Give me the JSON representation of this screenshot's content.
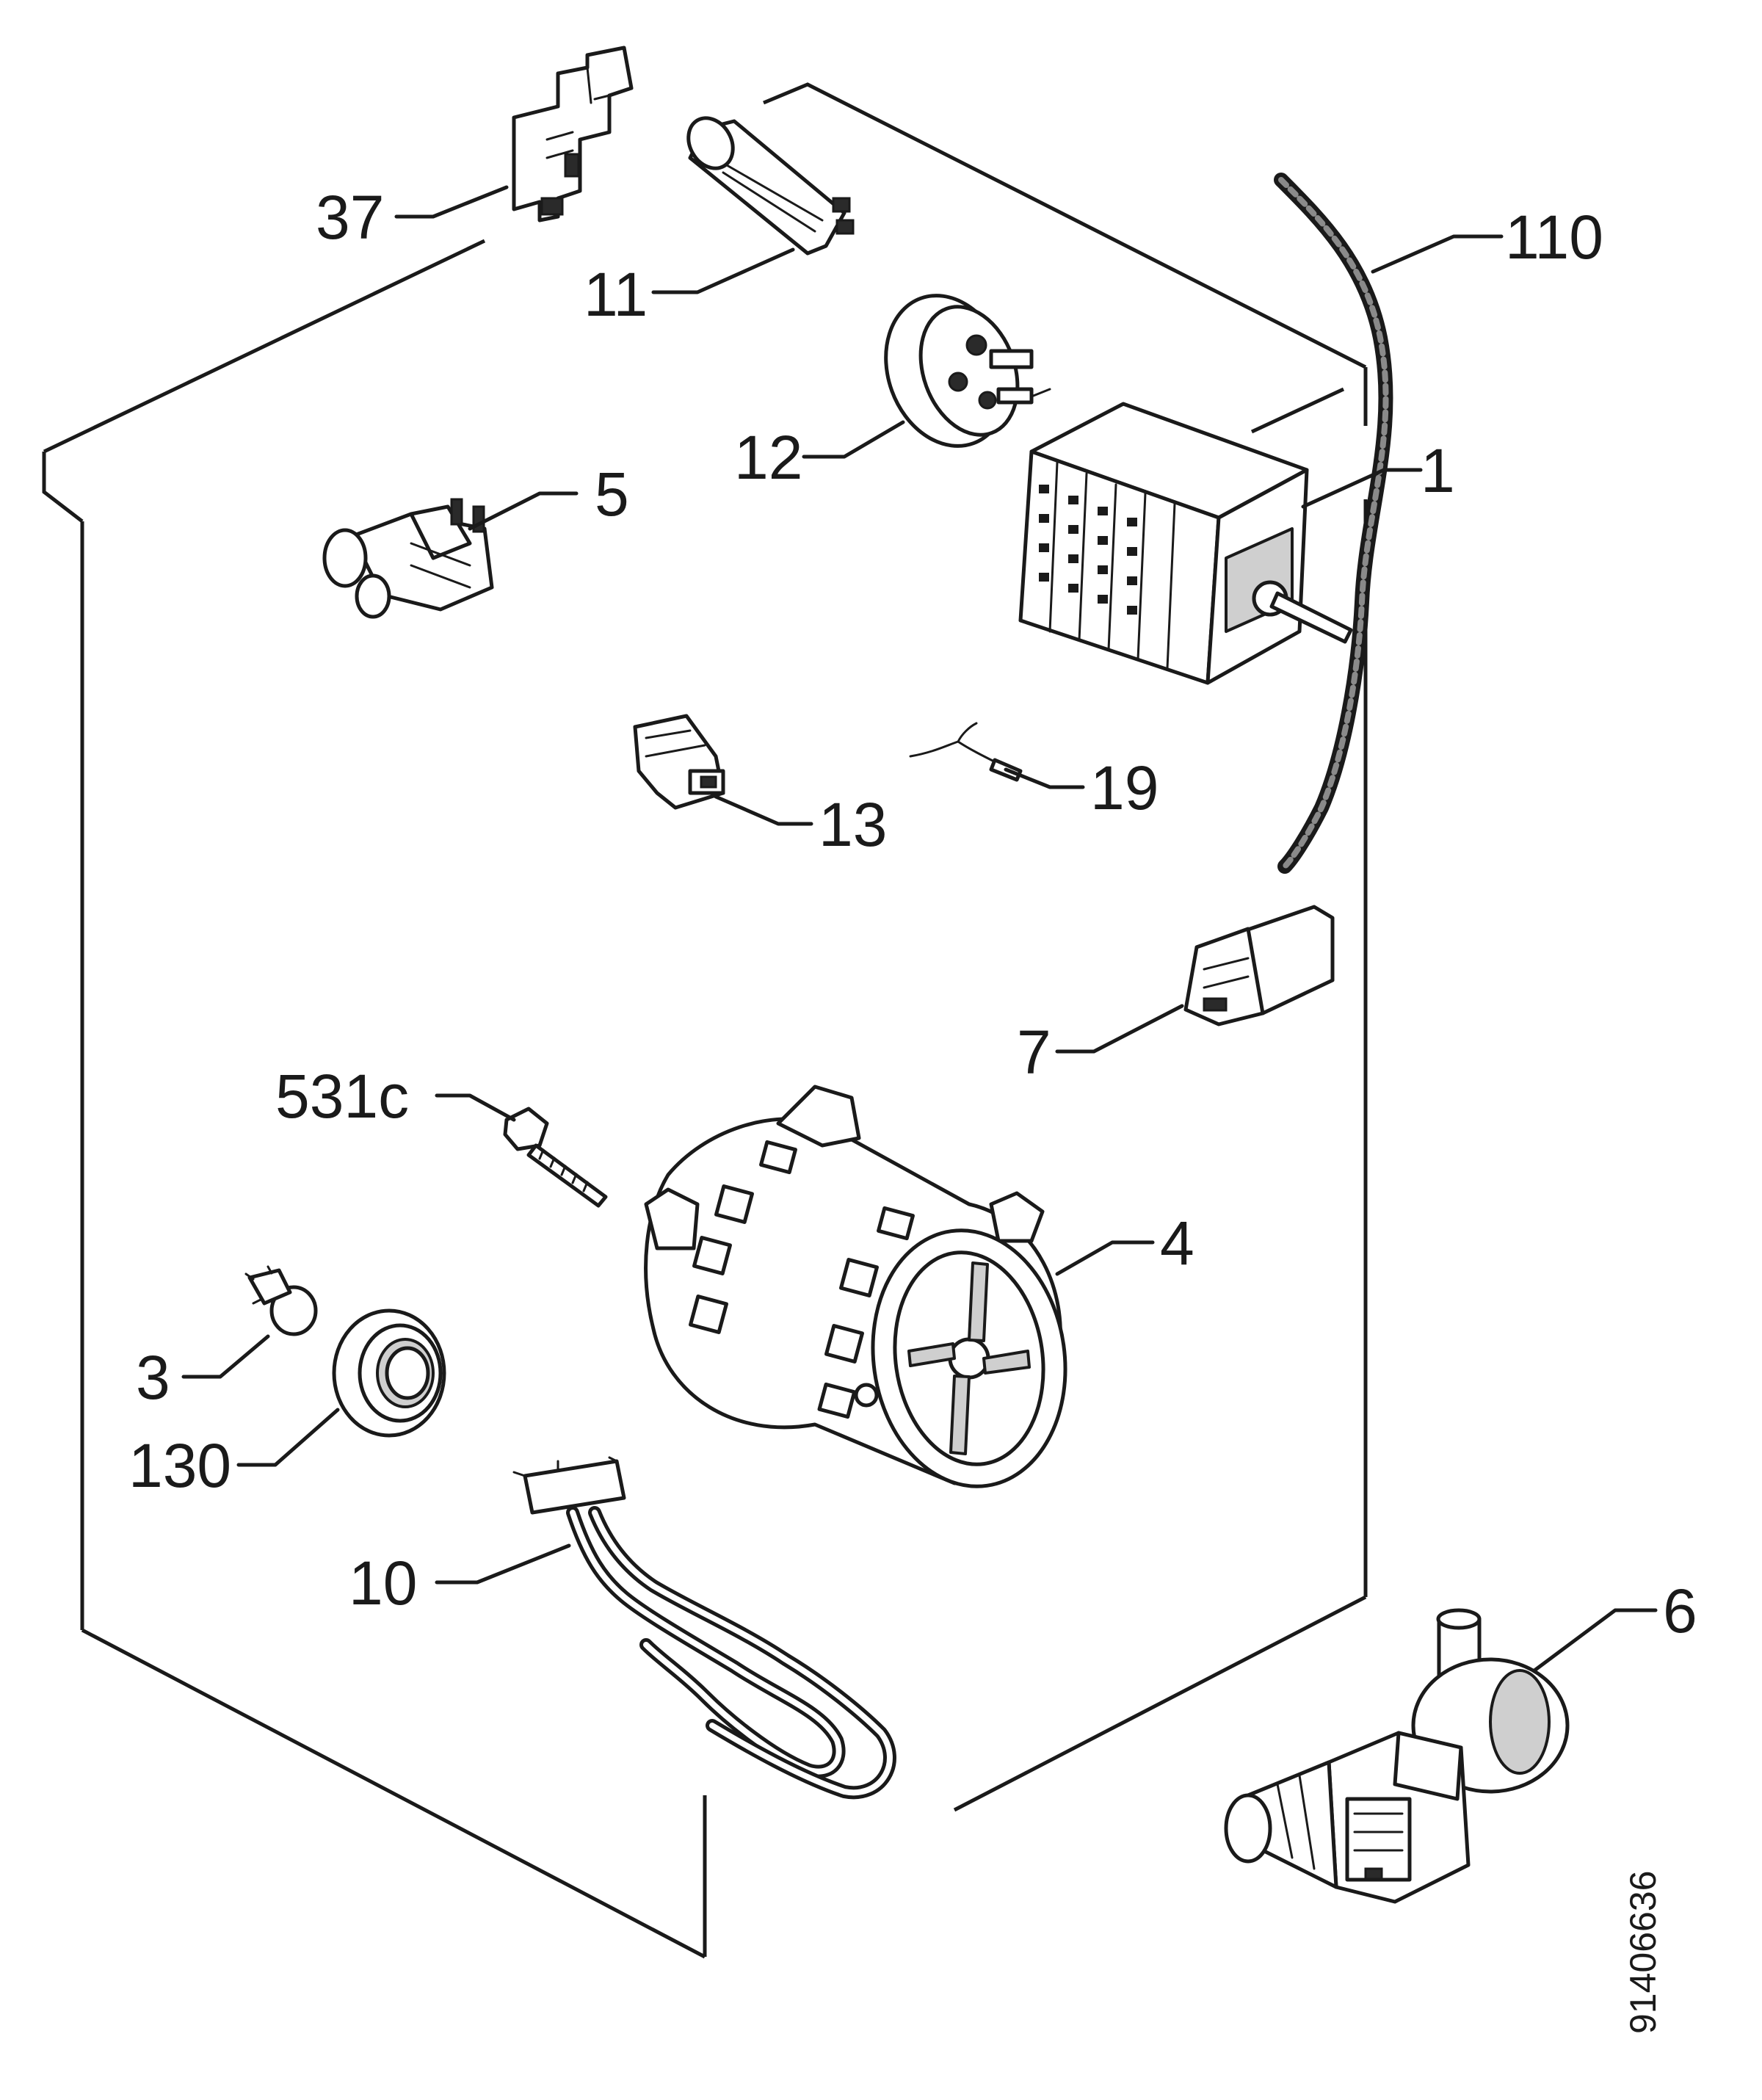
{
  "callouts": [
    {
      "id": "37",
      "text": "37"
    },
    {
      "id": "11",
      "text": "11"
    },
    {
      "id": "110",
      "text": "110"
    },
    {
      "id": "12",
      "text": "12"
    },
    {
      "id": "1",
      "text": "1"
    },
    {
      "id": "5",
      "text": "5"
    },
    {
      "id": "13",
      "text": "13"
    },
    {
      "id": "19",
      "text": "19"
    },
    {
      "id": "7",
      "text": "7"
    },
    {
      "id": "531c",
      "text": "531c"
    },
    {
      "id": "4",
      "text": "4"
    },
    {
      "id": "3",
      "text": "3"
    },
    {
      "id": "130",
      "text": "130"
    },
    {
      "id": "10",
      "text": "10"
    },
    {
      "id": "6",
      "text": "6"
    }
  ],
  "drawing_code": "91406636"
}
